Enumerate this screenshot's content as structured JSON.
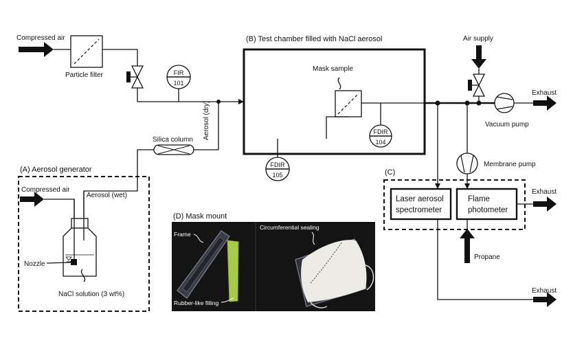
{
  "labels": {
    "compressed_air_top": "Compressed air",
    "particle_filter": "Particle filter",
    "fir_tag": "FIR",
    "fir_num": "101",
    "aerosol_dry": "Aerosol (dry)",
    "silica_column": "Silica column",
    "section_a": "(A)  Aerosol generator",
    "compressed_air_a": "Compressed air",
    "aerosol_wet": "Aerosol (wet)",
    "nozzle": "Nozzle",
    "nacl_solution": "NaCl solution (3 wt%)",
    "section_b": "(B)  Test chamber filled with NaCl aerosol",
    "mask_sample": "Mask sample",
    "fdir_tag_104": "FDIR",
    "fdir_num_104": "104",
    "fdir_tag_105": "FDIR",
    "fdir_num_105": "105",
    "air_supply": "Air supply",
    "exhaust_1": "Exhaust",
    "vacuum_pump": "Vacuum pump",
    "membrane_pump": "Membrane pump",
    "section_c": "(C)",
    "laser_line1": "Laser aerosol",
    "laser_line2": "spectrometer",
    "flame_line1": "Flame",
    "flame_line2": "photometer",
    "exhaust_2": "Exhaust",
    "propane": "Propane",
    "exhaust_3": "Exhaust",
    "section_d": "(D) Mask mount",
    "frame": "Frame",
    "rubber_filling": "Rubber-like filling",
    "circumferential_sealing": "Circumferential sealing"
  },
  "colors": {
    "line": "#111111",
    "photo_background": "#141414",
    "filling_green": "#a9c94a",
    "mask_white": "#ecebe6"
  },
  "icons": {
    "valve": "valve-icon",
    "pump": "pump-icon",
    "filter": "filter-icon",
    "arrow": "arrow-icon"
  }
}
